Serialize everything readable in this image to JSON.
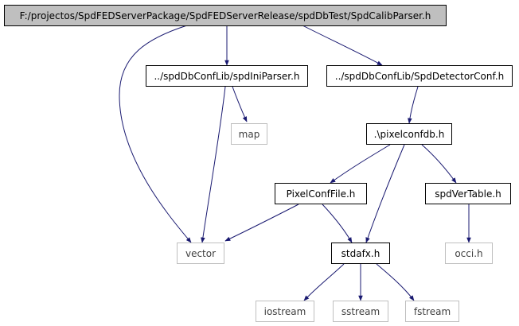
{
  "graph": {
    "edge_color": "#191970",
    "nodes": {
      "root": {
        "label": "F:/projectos/SpdFEDServerPackage/SpdFEDServerRelease/spdDbTest/SpdCalibParser.h",
        "kind": "root"
      },
      "ini_parser": {
        "label": "../spdDbConfLib/spdIniParser.h",
        "kind": "local"
      },
      "detector_conf": {
        "label": "../spdDbConfLib/SpdDetectorConf.h",
        "kind": "local"
      },
      "map": {
        "label": "map",
        "kind": "external"
      },
      "pixelconfdb": {
        "label": ".\\pixelconfdb.h",
        "kind": "local"
      },
      "pixelconffile": {
        "label": "PixelConfFile.h",
        "kind": "local"
      },
      "spdvertable": {
        "label": "spdVerTable.h",
        "kind": "local"
      },
      "vector": {
        "label": "vector",
        "kind": "external"
      },
      "stdafx": {
        "label": "stdafx.h",
        "kind": "local"
      },
      "occi": {
        "label": "occi.h",
        "kind": "external"
      },
      "iostream": {
        "label": "iostream",
        "kind": "external"
      },
      "sstream": {
        "label": "sstream",
        "kind": "external"
      },
      "fstream": {
        "label": "fstream",
        "kind": "external"
      }
    },
    "edges": [
      {
        "from": "root",
        "to": "ini_parser"
      },
      {
        "from": "root",
        "to": "detector_conf"
      },
      {
        "from": "root",
        "to": "vector"
      },
      {
        "from": "ini_parser",
        "to": "map"
      },
      {
        "from": "ini_parser",
        "to": "vector"
      },
      {
        "from": "detector_conf",
        "to": "pixelconfdb"
      },
      {
        "from": "pixelconfdb",
        "to": "pixelconffile"
      },
      {
        "from": "pixelconfdb",
        "to": "spdvertable"
      },
      {
        "from": "pixelconfdb",
        "to": "stdafx"
      },
      {
        "from": "pixelconffile",
        "to": "vector"
      },
      {
        "from": "pixelconffile",
        "to": "stdafx"
      },
      {
        "from": "spdvertable",
        "to": "occi"
      },
      {
        "from": "stdafx",
        "to": "iostream"
      },
      {
        "from": "stdafx",
        "to": "sstream"
      },
      {
        "from": "stdafx",
        "to": "fstream"
      }
    ]
  }
}
